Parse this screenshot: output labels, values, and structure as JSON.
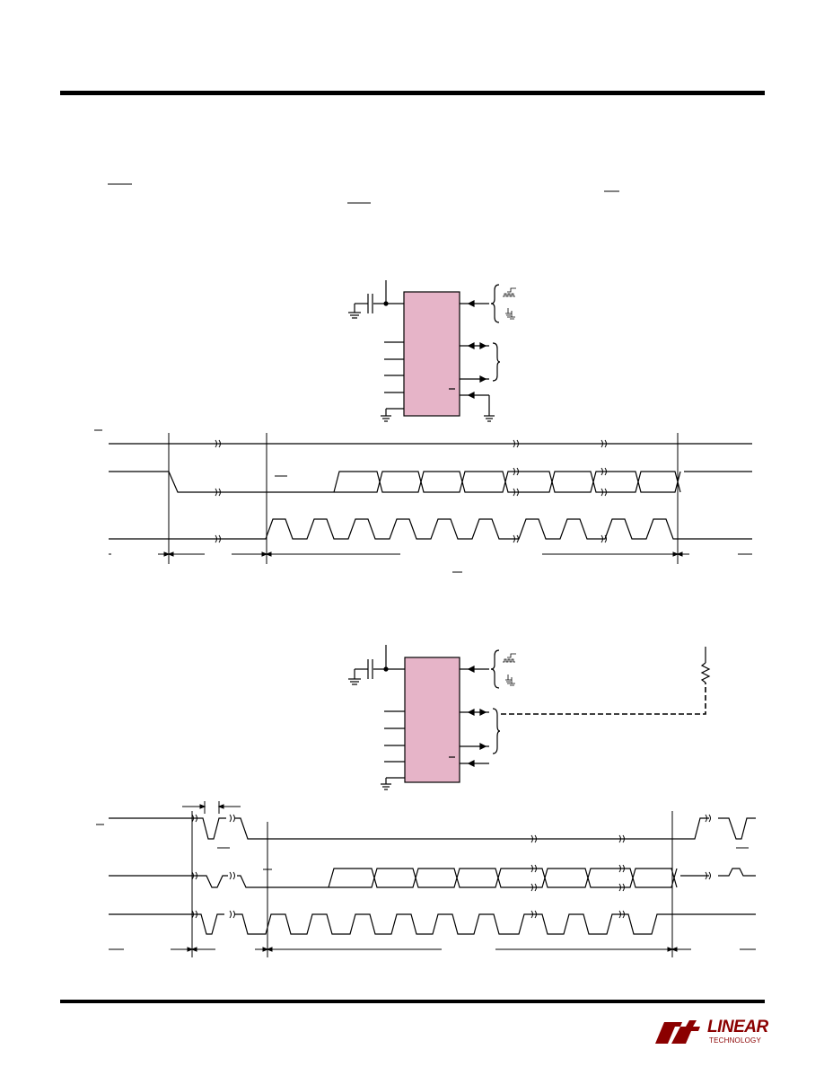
{
  "page": {
    "background": "#ffffff",
    "chip_fill": "#e6b4c8",
    "brand_color": "#8b0000"
  },
  "figures": [
    {
      "name": "figure-1",
      "kind": "block-diagram-and-timing"
    },
    {
      "name": "figure-2",
      "kind": "block-diagram-and-timing"
    }
  ],
  "footer": {
    "logo_name": "linear-technology-logo",
    "brand_word": "LINEAR",
    "brand_sub": "TECHNOLOGY"
  }
}
